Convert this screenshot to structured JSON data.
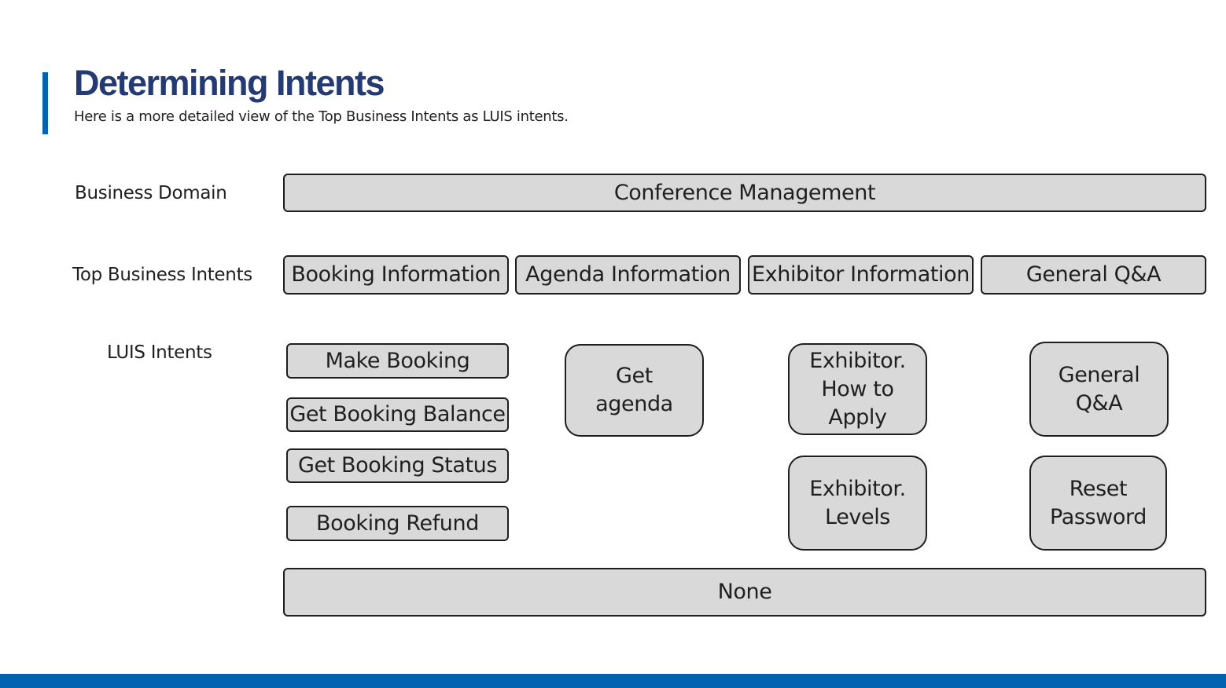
{
  "slide": {
    "title": "Determining Intents",
    "subtitle": "Here is a more detailed view of the Top Business Intents as LUIS intents.",
    "accent_color": "#0063b1",
    "title_color": "#243a73",
    "box_fill": "#d9d9d9"
  },
  "rows": {
    "business_domain": "Business Domain",
    "top_business_intents": "Top Business Intents",
    "luis_intents": "LUIS Intents"
  },
  "domain": {
    "label": "Conference Management"
  },
  "top_intents": [
    "Booking Information",
    "Agenda Information",
    "Exhibitor Information",
    "General Q&A"
  ],
  "luis": {
    "booking": [
      "Make Booking",
      "Get Booking Balance",
      "Get Booking Status",
      "Booking Refund"
    ],
    "agenda": [
      "Get agenda"
    ],
    "exhibitor": [
      "Exhibitor. How to Apply",
      "Exhibitor. Levels"
    ],
    "general": [
      "General Q&A",
      "Reset Password"
    ],
    "none": "None"
  }
}
